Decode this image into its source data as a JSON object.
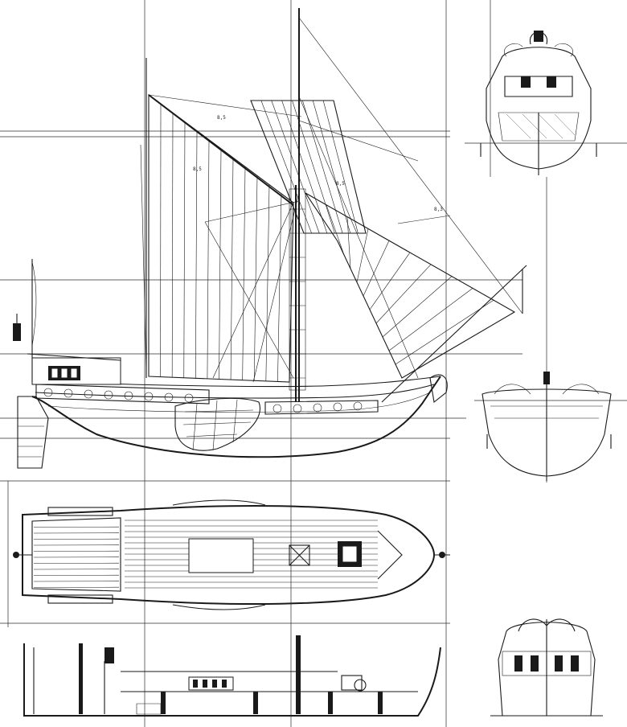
{
  "drawing": {
    "views": [
      {
        "id": "sheer-plan",
        "kind": "side elevation with rig"
      },
      {
        "id": "stern-view",
        "kind": "transom elevation"
      },
      {
        "id": "bow-view",
        "kind": "bow section"
      },
      {
        "id": "deck-plan",
        "kind": "plan view"
      },
      {
        "id": "inboard-profile",
        "kind": "longitudinal section"
      },
      {
        "id": "stern-detail",
        "kind": "transom detail"
      }
    ],
    "rig_labels": [
      "8,5",
      "8,5",
      "8,5",
      "8,3"
    ],
    "colors": {
      "ink": "#1a1a1a",
      "paper": "#ffffff"
    }
  }
}
